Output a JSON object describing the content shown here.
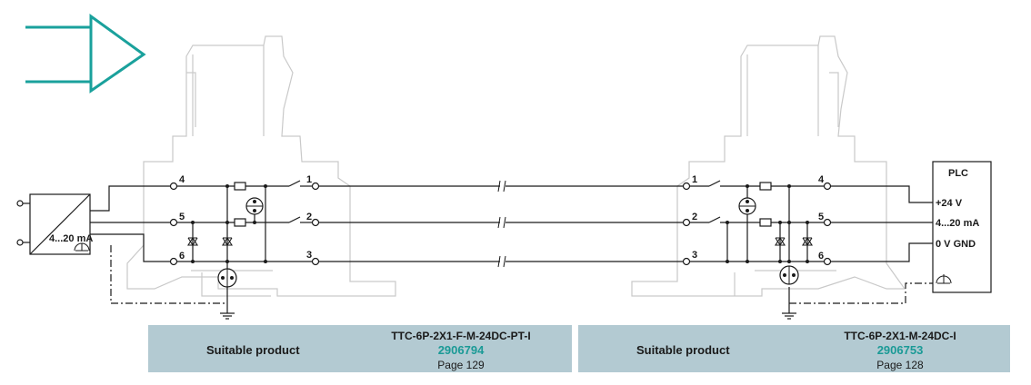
{
  "colors": {
    "accent": "#1aa19c",
    "wire": "#1a1a1a",
    "ghost": "#c9c9c9",
    "band": "#b3cad2"
  },
  "left_module": {
    "terminals": {
      "t4": "4",
      "t5": "5",
      "t6": "6",
      "t1": "1",
      "t2": "2",
      "t3": "3"
    },
    "transmitter_label": "4...20 mA"
  },
  "right_module": {
    "terminals": {
      "t1": "1",
      "t2": "2",
      "t3": "3",
      "t4": "4",
      "t5": "5",
      "t6": "6"
    }
  },
  "plc": {
    "title": "PLC",
    "inputs": [
      "+24 V",
      "4...20 mA",
      "0 V GND"
    ]
  },
  "products": [
    {
      "suitable_label": "Suitable product",
      "model": "TTC-6P-2X1-F-M-24DC-PT-I",
      "number": "2906794",
      "page": "Page 129"
    },
    {
      "suitable_label": "Suitable product",
      "model": "TTC-6P-2X1-M-24DC-I",
      "number": "2906753",
      "page": "Page 128"
    }
  ]
}
